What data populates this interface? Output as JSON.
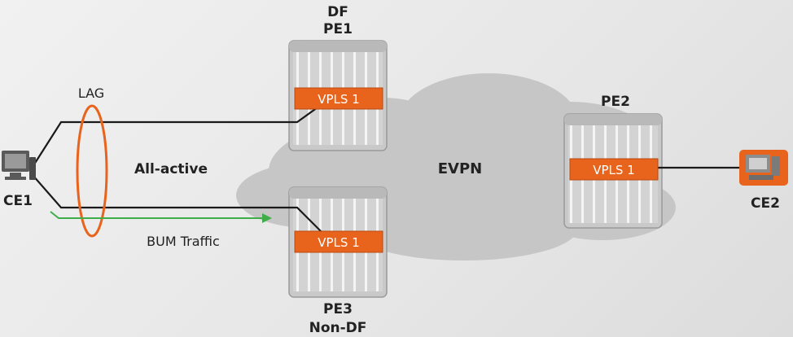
{
  "colors": {
    "orange": "#e8641c",
    "green": "#3fae49",
    "cloud": "#c4c4c4",
    "router_fill": "#cfcfcf",
    "line": "#1a1a1a",
    "text": "#222222"
  },
  "labels": {
    "df": "DF",
    "pe1": "PE1",
    "pe2": "PE2",
    "pe3": "PE3",
    "non_df": "Non-DF",
    "lag": "LAG",
    "all_active": "All-active",
    "evpn": "EVPN",
    "ce1": "CE1",
    "ce2": "CE2",
    "bum_traffic": "BUM Traffic",
    "vpls_pe1": "VPLS 1",
    "vpls_pe2": "VPLS 1",
    "vpls_pe3": "VPLS 1"
  },
  "icons": {
    "ce1": "computer-icon",
    "ce2": "computer-icon",
    "pe_router": "router-chassis-icon"
  }
}
